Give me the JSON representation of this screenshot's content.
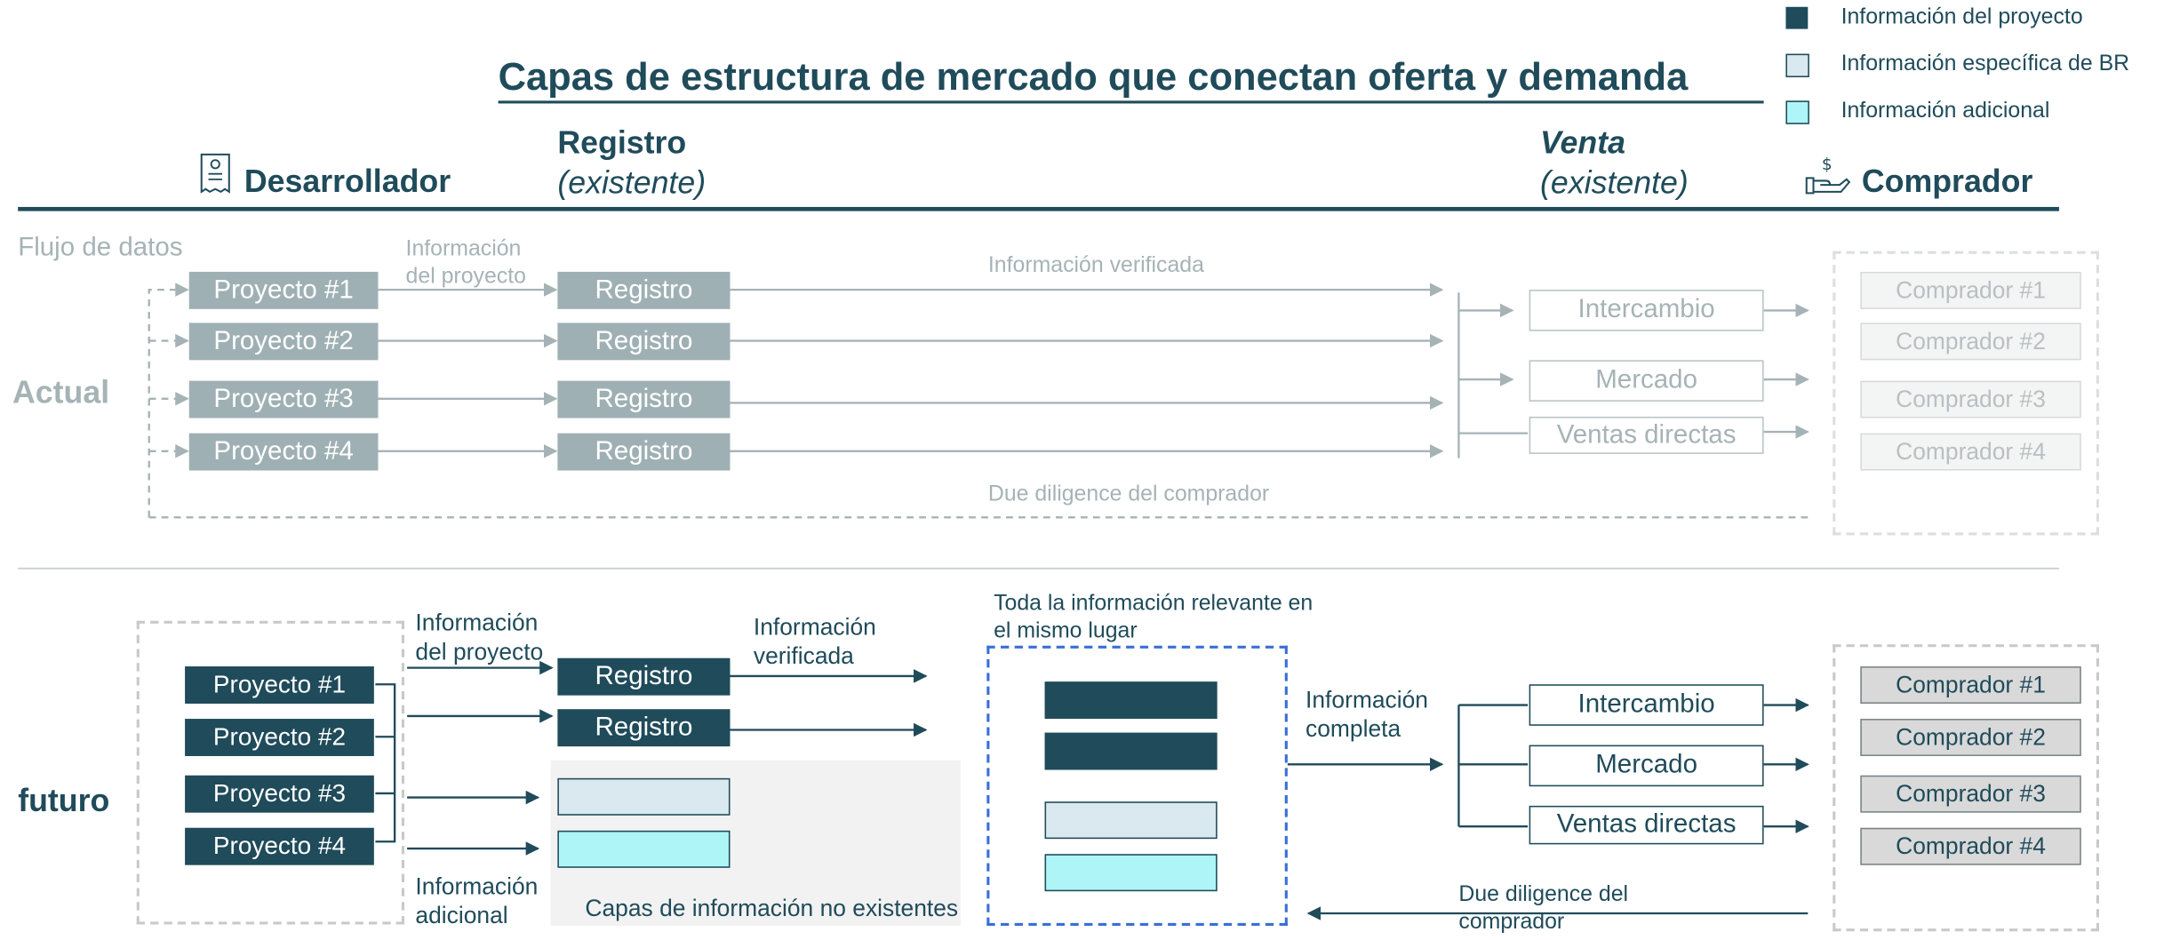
{
  "title": "Capas de estructura de mercado que conectan oferta y demanda",
  "legend": [
    {
      "label": "Información del proyecto",
      "color": "#1f4b5a"
    },
    {
      "label": "Información específica de BR",
      "color": "#d9e9ef"
    },
    {
      "label": "Información adicional",
      "color": "#aef5f7"
    }
  ],
  "headers": {
    "developer": "Desarrollador",
    "registry": "Registro",
    "registry_sub": "(existente)",
    "sale": "Venta",
    "sale_sub": "(existente)",
    "buyer": "Comprador"
  },
  "current": {
    "row_label": "Actual",
    "data_flow": "Flujo de datos",
    "project_info_label": "Información del proyecto",
    "verified_label": "Información verificada",
    "due_diligence": "Due diligence del comprador",
    "projects": [
      "Proyecto #1",
      "Proyecto #2",
      "Proyecto #3",
      "Proyecto #4"
    ],
    "registries": [
      "Registro",
      "Registro",
      "Registro",
      "Registro"
    ],
    "channels": [
      "Intercambio",
      "Mercado",
      "Ventas directas"
    ],
    "buyers": [
      "Comprador #1",
      "Comprador #2",
      "Comprador #3",
      "Comprador #4"
    ]
  },
  "future": {
    "row_label": "futuro",
    "project_info_label": "Información del proyecto",
    "additional_info_label": "Información adicional",
    "verified_label": "Información verificada",
    "hub_label": "Toda la información relevante en el mismo lugar",
    "complete_info_label": "Información completa",
    "nonexistent_layers": "Capas de información no existentes",
    "due_diligence": "Due diligence del comprador",
    "projects": [
      "Proyecto #1",
      "Proyecto #2",
      "Proyecto #3",
      "Proyecto #4"
    ],
    "registries": [
      "Registro",
      "Registro"
    ],
    "channels": [
      "Intercambio",
      "Mercado",
      "Ventas directas"
    ],
    "buyers": [
      "Comprador #1",
      "Comprador #2",
      "Comprador #3",
      "Comprador #4"
    ]
  }
}
